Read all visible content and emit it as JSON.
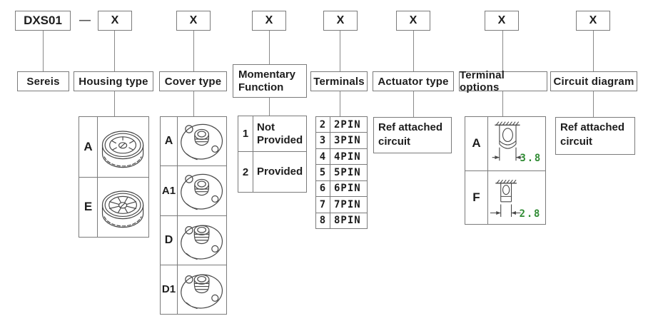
{
  "part_number": {
    "series_code": "DXS01",
    "separator": "—",
    "placeholder": "X"
  },
  "columns": {
    "series": {
      "label": "Sereis"
    },
    "housing": {
      "label": "Housing type",
      "rows": [
        {
          "code": "A"
        },
        {
          "code": "E"
        }
      ]
    },
    "cover": {
      "label": "Cover type",
      "rows": [
        {
          "code": "A"
        },
        {
          "code": "A1"
        },
        {
          "code": "D"
        },
        {
          "code": "D1"
        }
      ]
    },
    "momentary": {
      "label": "Momentary Function",
      "rows": [
        {
          "code": "1",
          "value": "Not Provided"
        },
        {
          "code": "2",
          "value": "Provided"
        }
      ]
    },
    "terminals": {
      "label": "Terminals",
      "rows": [
        {
          "code": "2",
          "value": "2PIN"
        },
        {
          "code": "3",
          "value": "3PIN"
        },
        {
          "code": "4",
          "value": "4PIN"
        },
        {
          "code": "5",
          "value": "5PIN"
        },
        {
          "code": "6",
          "value": "6PIN"
        },
        {
          "code": "7",
          "value": "7PIN"
        },
        {
          "code": "8",
          "value": "8PIN"
        }
      ]
    },
    "actuator": {
      "label": "Actuator type",
      "note": "Ref attached circuit"
    },
    "terminal_options": {
      "label": "Terminal options",
      "rows": [
        {
          "code": "A",
          "dimension": "3.8"
        },
        {
          "code": "F",
          "dimension": "2.8"
        }
      ]
    },
    "circuit": {
      "label": "Circuit diagram",
      "note": "Ref attached circuit"
    }
  },
  "colors": {
    "line": "#8a8a8a",
    "drawing": "#4a4a4a",
    "dimension_green": "#2f8b33",
    "text": "#1d1d1d"
  }
}
